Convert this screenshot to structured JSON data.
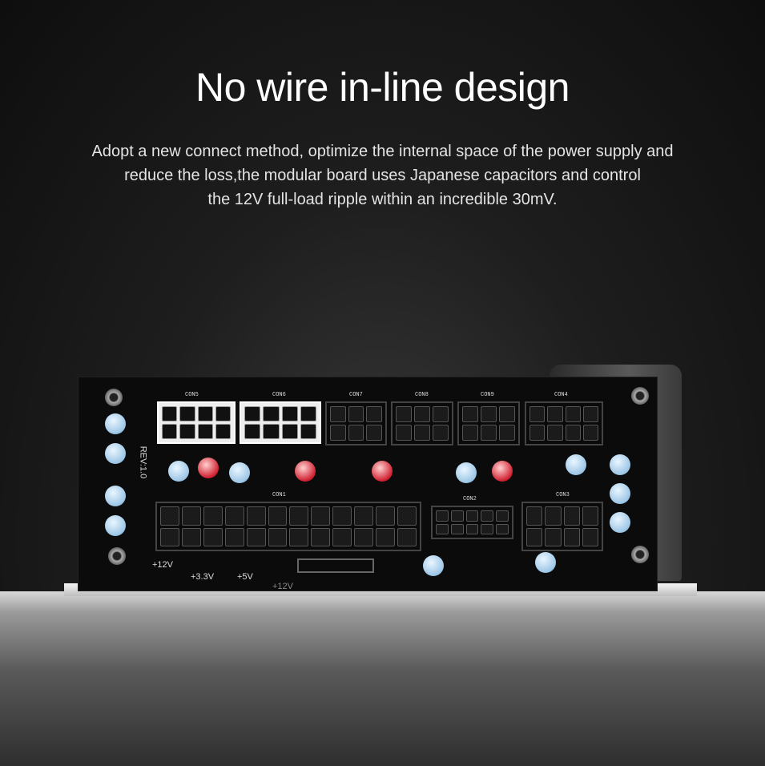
{
  "headline": "No wire in-line design",
  "description": [
    "Adopt a new connect method, optimize the internal space of the power supply and",
    "reduce the loss,the modular board uses Japanese capacitors and control",
    "the 12V full-load ripple within an incredible 30mV."
  ],
  "board": {
    "connectors": [
      "CON5",
      "CON6",
      "CON7",
      "CON8",
      "CON9",
      "CON4",
      "CON1",
      "CON2",
      "CON3"
    ],
    "silkscreen": [
      "REV:1.0",
      "+12V",
      "+3.3V",
      "+5V",
      "+12V"
    ]
  }
}
